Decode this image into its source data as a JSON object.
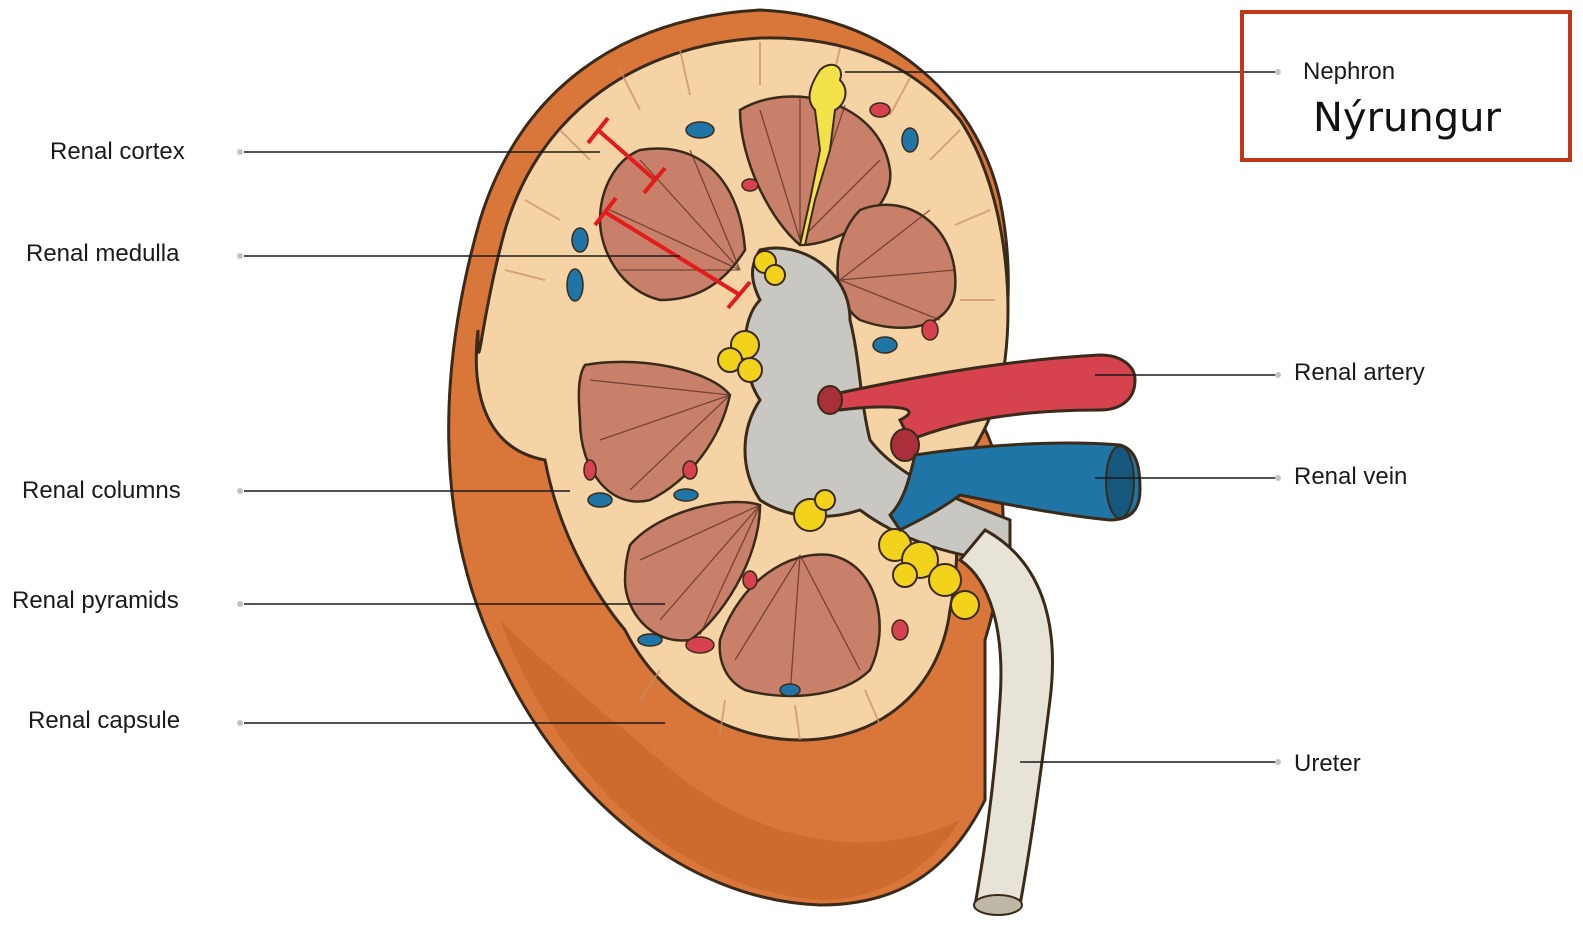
{
  "labels_left": [
    {
      "key": "renal-cortex",
      "text": "Renal cortex"
    },
    {
      "key": "renal-medulla",
      "text": "Renal medulla"
    },
    {
      "key": "renal-columns",
      "text": "Renal columns"
    },
    {
      "key": "renal-pyramids",
      "text": "Renal pyramids"
    },
    {
      "key": "renal-capsule",
      "text": "Renal capsule"
    }
  ],
  "labels_right": [
    {
      "key": "nephron",
      "text": "Nephron"
    },
    {
      "key": "renal-artery",
      "text": "Renal artery"
    },
    {
      "key": "renal-vein",
      "text": "Renal vein"
    },
    {
      "key": "ureter",
      "text": "Ureter"
    }
  ],
  "translation": {
    "text": "Nýrungur"
  },
  "colors": {
    "capsule": "#d9773b",
    "cortex": "#f6d3a5",
    "pyramid": "#c9806a",
    "artery": "#d7424f",
    "vein": "#1f76a6",
    "fat": "#f3d21c",
    "pelvis": "#c9c7c2",
    "ureter": "#e7e3d7",
    "bracket": "#e21b1b",
    "box": "#c4361c"
  }
}
